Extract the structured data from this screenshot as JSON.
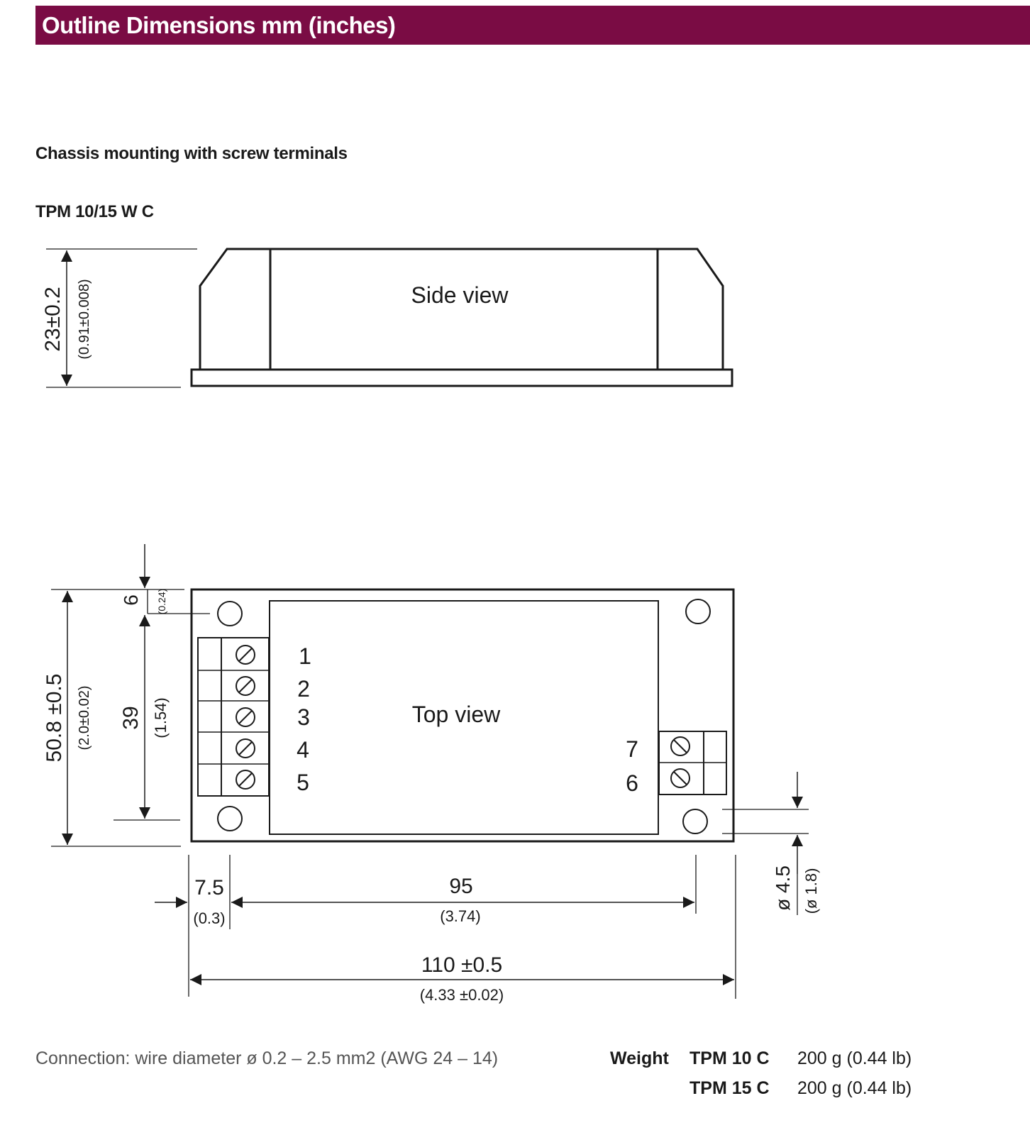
{
  "header": {
    "title": "Outline Dimensions mm (inches)"
  },
  "section": {
    "title": "Chassis mounting with screw terminals",
    "model": "TPM 10/15 W C"
  },
  "side_view": {
    "label": "Side view",
    "height_mm": "23±0.2",
    "height_in": "(0.91±0.008)"
  },
  "top_view": {
    "label": "Top view",
    "dim_top_offset_mm": "6",
    "dim_top_offset_in": "(0.24)",
    "dim_width_mm": "50.8 ±0.5",
    "dim_width_in": "(2.0±0.02)",
    "dim_pitch_mm": "39",
    "dim_pitch_in": "(1.54)",
    "dim_left_mm": "7.5",
    "dim_left_in": "(0.3)",
    "dim_hole_mm": "95",
    "dim_hole_in": "(3.74)",
    "dim_length_mm": "110 ±0.5",
    "dim_length_in": "(4.33 ±0.02)",
    "dim_dia_mm": "ø 4.5",
    "dim_dia_in": "(ø 1.8)",
    "pins_left": [
      "1",
      "2",
      "3",
      "4",
      "5"
    ],
    "pins_right": [
      "7",
      "6"
    ]
  },
  "footer": {
    "connection": "Connection: wire  diameter ø 0.2 – 2.5 mm2 (AWG 24 – 14)",
    "weight_label": "Weight",
    "weights": [
      {
        "model": "TPM 10 C",
        "value": "200 g (0.44 lb)"
      },
      {
        "model": "TPM 15 C",
        "value": "200 g (0.44 lb)"
      }
    ]
  }
}
